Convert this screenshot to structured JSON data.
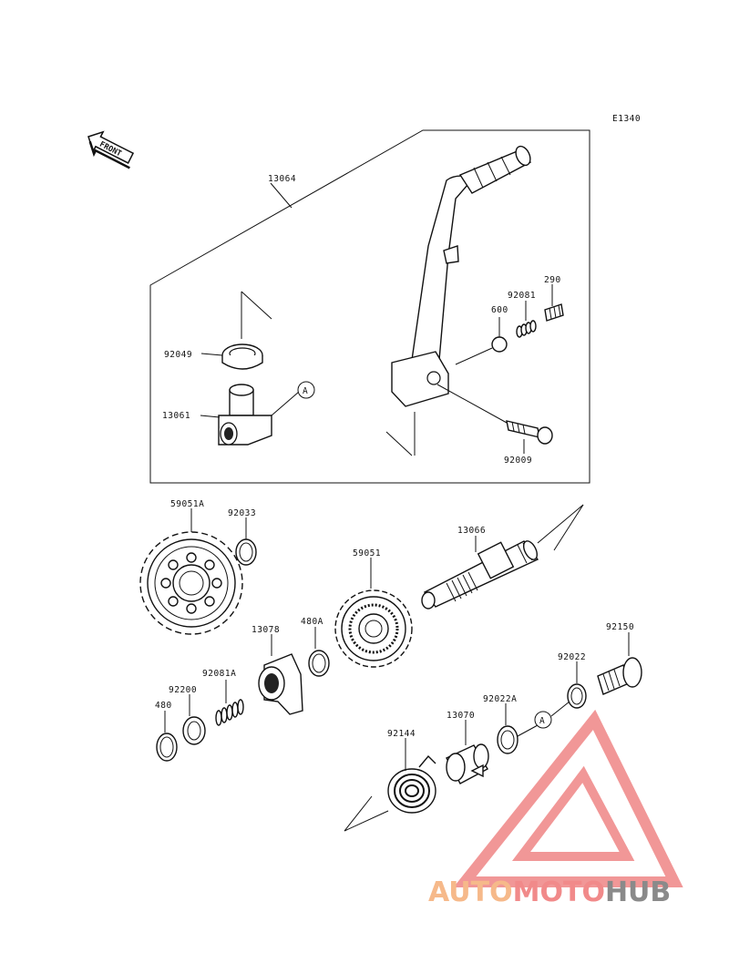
{
  "diagram": {
    "ref_code": "E1340",
    "front_label": "FRONT",
    "callouts": {
      "13064": "13064",
      "92049": "92049",
      "13061": "13061",
      "ref_a_top": "A",
      "600": "600",
      "92081": "92081",
      "290": "290",
      "92009": "92009",
      "59051A": "59051A",
      "92033": "92033",
      "13066": "13066",
      "59051": "59051",
      "13078": "13078",
      "480A": "480A",
      "92150": "92150",
      "92022": "92022",
      "92081A": "92081A",
      "92200": "92200",
      "480": "480",
      "92022A": "92022A",
      "ref_a_bottom": "A",
      "13070": "13070",
      "92144": "92144"
    }
  },
  "watermark": {
    "word_a": "AUTO",
    "word_b": "MOTO",
    "word_c": "HUB",
    "color_a": "#f6b98a",
    "color_b": "#f18a8a",
    "color_c": "#8a8a8a",
    "logo_color": "#f08c8c"
  }
}
